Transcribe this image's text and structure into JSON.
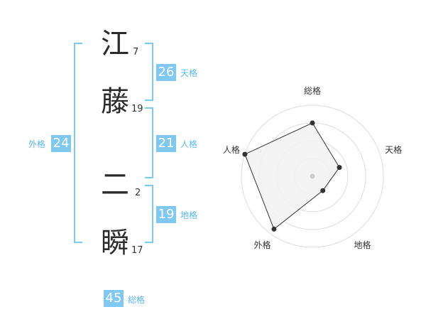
{
  "name": {
    "chars": [
      {
        "char": "江",
        "strokes": "7"
      },
      {
        "char": "藤",
        "strokes": "19"
      },
      {
        "char": "二",
        "strokes": "2"
      },
      {
        "char": "瞬",
        "strokes": "17"
      }
    ]
  },
  "kaku": {
    "tenkaku": {
      "value": "26",
      "label": "天格"
    },
    "jinkaku": {
      "value": "21",
      "label": "人格"
    },
    "chikaku": {
      "value": "19",
      "label": "地格"
    },
    "gaikaku": {
      "value": "24",
      "label": "外格"
    },
    "soukaku": {
      "value": "45",
      "label": "総格"
    }
  },
  "chart_data": {
    "type": "radar",
    "axes": [
      "総格",
      "天格",
      "地格",
      "外格",
      "人格"
    ],
    "values": [
      0.75,
      0.4,
      0.25,
      0.92,
      1.0
    ],
    "rings": 4,
    "colors": {
      "fill": "#f2f2f2",
      "line": "#333333",
      "ring": "#dddddd",
      "center": "#cccccc"
    }
  }
}
